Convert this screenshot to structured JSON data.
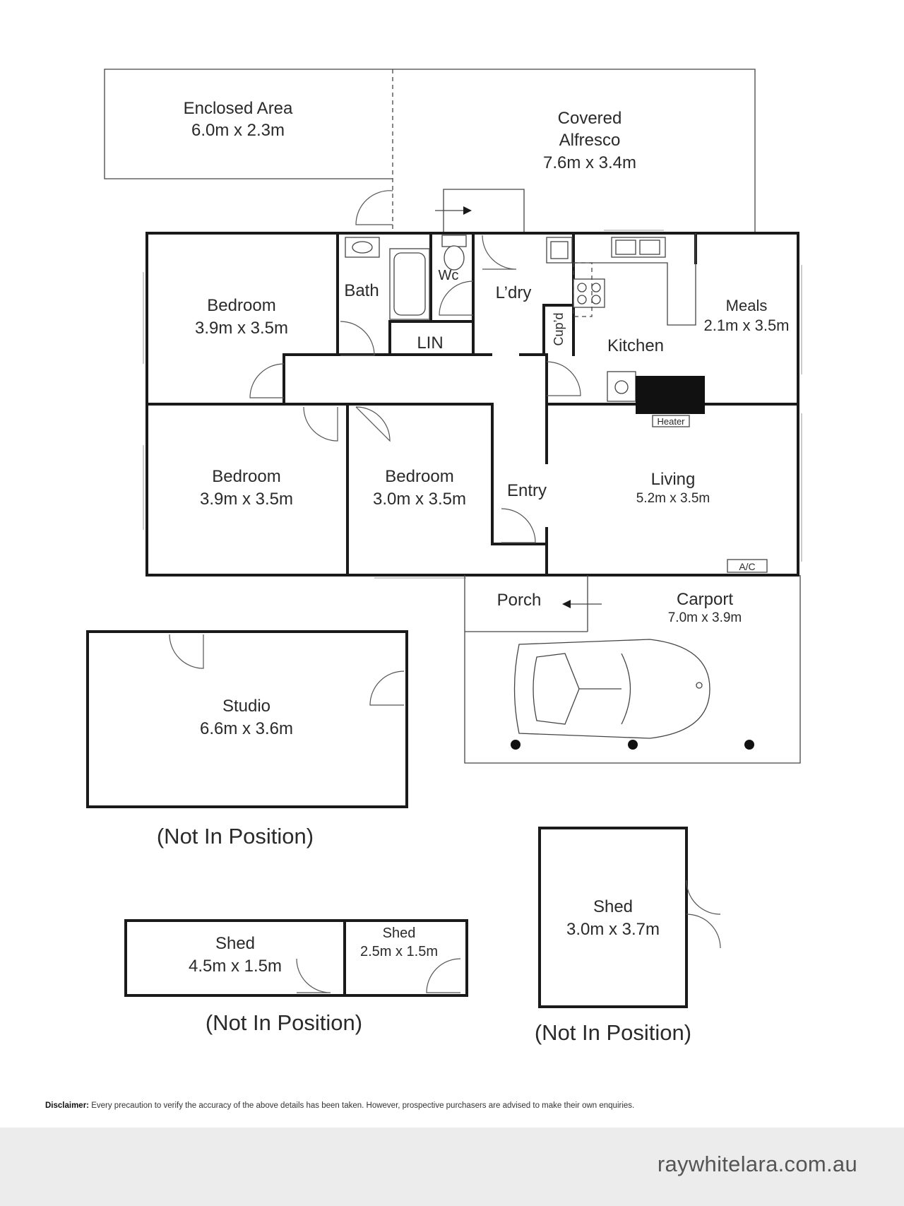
{
  "rooms": {
    "enclosed_area": {
      "name": "Enclosed Area",
      "size": "6.0m x 2.3m"
    },
    "covered_alfresco": {
      "name_line1": "Covered",
      "name_line2": "Alfresco",
      "size": "7.6m x 3.4m"
    },
    "bedroom_1": {
      "name": "Bedroom",
      "size": "3.9m x 3.5m"
    },
    "bath": {
      "name": "Bath"
    },
    "wc": {
      "name": "Wc"
    },
    "laundry": {
      "name": "L’dry"
    },
    "linen": {
      "name": "LIN"
    },
    "cupboard": {
      "name": "Cup’d"
    },
    "kitchen": {
      "name": "Kitchen"
    },
    "meals": {
      "name": "Meals",
      "size": "2.1m x 3.5m"
    },
    "heater": {
      "name": "Heater"
    },
    "bedroom_2": {
      "name": "Bedroom",
      "size": "3.9m x 3.5m"
    },
    "bedroom_3": {
      "name": "Bedroom",
      "size": "3.0m x 3.5m"
    },
    "entry": {
      "name": "Entry"
    },
    "living": {
      "name": "Living",
      "size": "5.2m x 3.5m"
    },
    "aircon": {
      "name": "A/C"
    },
    "porch": {
      "name": "Porch"
    },
    "carport": {
      "name": "Carport",
      "size": "7.0m x 3.9m"
    },
    "studio": {
      "name": "Studio",
      "size": "6.6m x 3.6m"
    },
    "shed_large": {
      "name": "Shed",
      "size": "4.5m x 1.5m"
    },
    "shed_small": {
      "name": "Shed",
      "size": "2.5m x 1.5m"
    },
    "shed_square": {
      "name": "Shed",
      "size": "3.0m x 3.7m"
    }
  },
  "notes": {
    "studio_position": "(Not In Position)",
    "sheds_position": "(Not In Position)",
    "shed_square_position": "(Not In Position)"
  },
  "disclaimer": {
    "label": "Disclaimer:",
    "text": "Every precaution to verify the accuracy of the above details has been taken. However, prospective purchasers are advised to make their own enquiries."
  },
  "footer": {
    "website": "raywhitelara.com.au"
  },
  "colors": {
    "wall": "#1a1a1a",
    "thin_line": "#444444",
    "footer_band": "#ececec"
  }
}
